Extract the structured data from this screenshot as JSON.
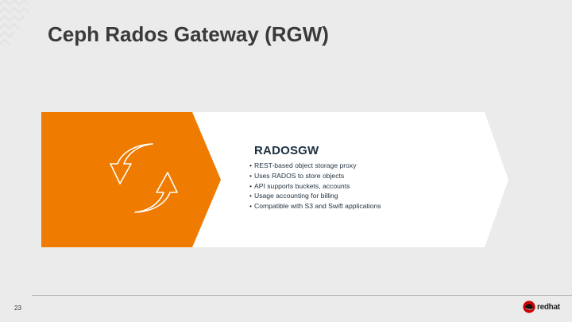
{
  "slide": {
    "title": "Ceph Rados Gateway (RGW)",
    "page_number": "23"
  },
  "panel": {
    "heading": "RADOSGW",
    "bullets": [
      "REST-based object storage proxy",
      "Uses RADOS to store objects",
      "API supports buckets, accounts",
      "Usage accounting for billing",
      "Compatible with S3 and Swift applications"
    ],
    "icon": "refresh-arrows-icon"
  },
  "logo": {
    "text": "redhat",
    "icon": "red-hat-logo-icon"
  },
  "colors": {
    "accent": "#ef7b00",
    "background": "#ebebeb",
    "heading": "#1f3140",
    "title": "#3a3a3a"
  }
}
